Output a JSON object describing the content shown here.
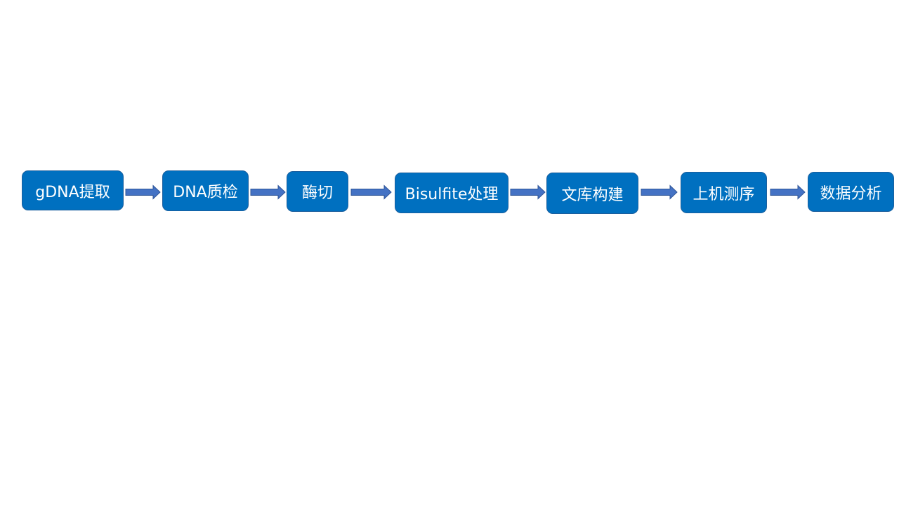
{
  "colors": {
    "box_fill": "#0070c0",
    "arrow_fill": "#4472c4",
    "arrow_stroke": "#2f5597"
  },
  "steps": [
    {
      "label": "gDNA提取"
    },
    {
      "label": "DNA质检"
    },
    {
      "label": "酶切"
    },
    {
      "label": "Bisulfite处理"
    },
    {
      "label": "文库构建"
    },
    {
      "label": "上机测序"
    },
    {
      "label": "数据分析"
    }
  ]
}
